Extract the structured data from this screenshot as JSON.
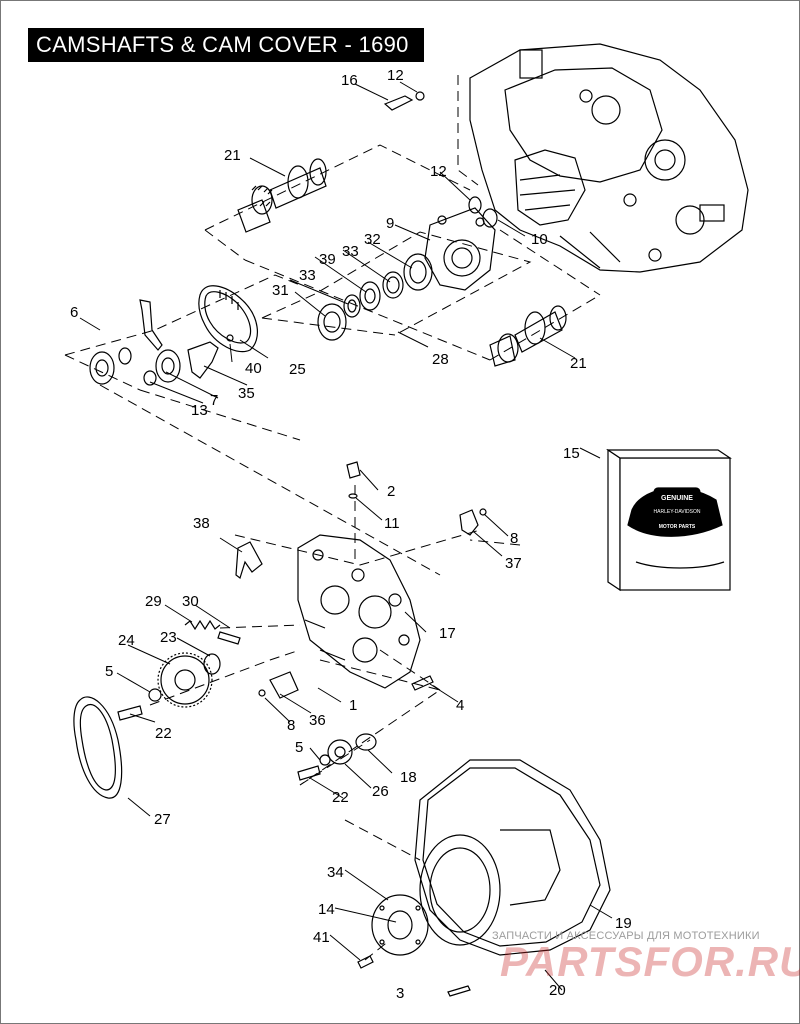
{
  "title": "CAMSHAFTS & CAM COVER - 1690",
  "callouts": {
    "c1": "1",
    "c2": "2",
    "c3": "3",
    "c4": "4",
    "c5a": "5",
    "c5b": "5",
    "c6": "6",
    "c7": "7",
    "c8a": "8",
    "c8b": "8",
    "c9": "9",
    "c10": "10",
    "c11": "11",
    "c12a": "12",
    "c12b": "12",
    "c13": "13",
    "c14": "14",
    "c15": "15",
    "c16": "16",
    "c17": "17",
    "c18": "18",
    "c19": "19",
    "c20": "20",
    "c21a": "21",
    "c21b": "21",
    "c22a": "22",
    "c22b": "22",
    "c23": "23",
    "c24": "24",
    "c25": "25",
    "c26": "26",
    "c27": "27",
    "c28": "28",
    "c29": "29",
    "c30": "30",
    "c31": "31",
    "c32": "32",
    "c33a": "33",
    "c33b": "33",
    "c34": "34",
    "c35": "35",
    "c36": "36",
    "c37": "37",
    "c38": "38",
    "c39": "39",
    "c40": "40",
    "c41": "41"
  },
  "box_logo": {
    "top": "GENUINE",
    "bottom": "MOTOR PARTS",
    "center": "HARLEY-DAVIDSON"
  },
  "watermark": {
    "tagline": "ЗАПЧАСТИ И АКСЕССУАРЫ ДЛЯ МОТОТЕХНИКИ",
    "logo": "PARTSFOR.RU"
  }
}
